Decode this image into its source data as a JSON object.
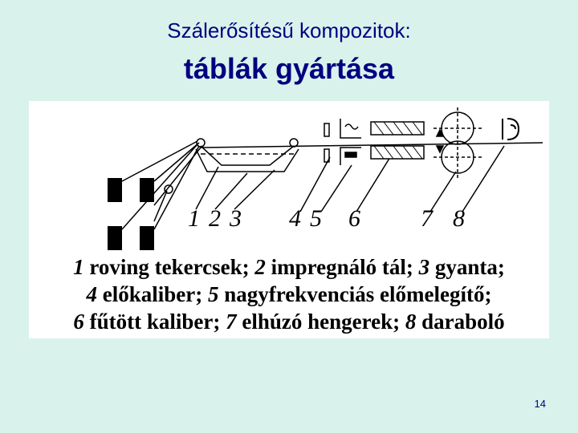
{
  "slide": {
    "title_line1": "Szálerősítésű kompozitok:",
    "title_line2": "táblák gyártása",
    "page_number": "14"
  },
  "diagram": {
    "labels": [
      "1",
      "2",
      "3",
      "4",
      "5",
      "6",
      "7",
      "8"
    ],
    "legend": [
      {
        "num": "1",
        "text": " roving tekercsek; "
      },
      {
        "num": "2",
        "text": " impregnáló tál; "
      },
      {
        "num": "3",
        "text": " gyanta;"
      },
      {
        "num": "4",
        "text": " előkaliber; "
      },
      {
        "num": "5",
        "text": " nagyfrekvenciás előmelegítő;"
      },
      {
        "num": "6",
        "text": " fűtött kaliber; "
      },
      {
        "num": "7",
        "text": " elhúzó hengerek; "
      },
      {
        "num": "8",
        "text": " daraboló"
      }
    ]
  }
}
